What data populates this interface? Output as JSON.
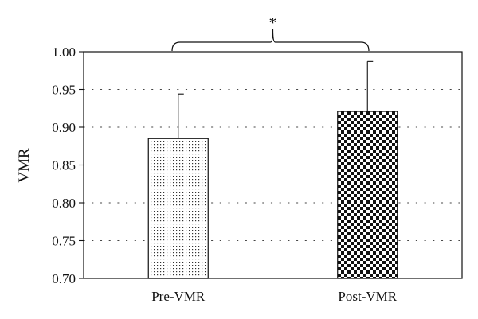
{
  "chart_data": {
    "type": "bar",
    "categories": [
      "Pre-VMR",
      "Post-VMR"
    ],
    "values": [
      0.885,
      0.921
    ],
    "error_upper": [
      0.944,
      0.987
    ],
    "ylabel": "VMR",
    "xlabel": "",
    "ylim": [
      0.7,
      1.0
    ],
    "yticks": [
      "0.70",
      "0.75",
      "0.80",
      "0.85",
      "0.90",
      "0.95",
      "1.00"
    ],
    "grid": "horizontal dotted",
    "bar_patterns": [
      "fine-dots",
      "checkerboard"
    ],
    "significance": {
      "between": [
        "Pre-VMR",
        "Post-VMR"
      ],
      "label": "*"
    }
  }
}
